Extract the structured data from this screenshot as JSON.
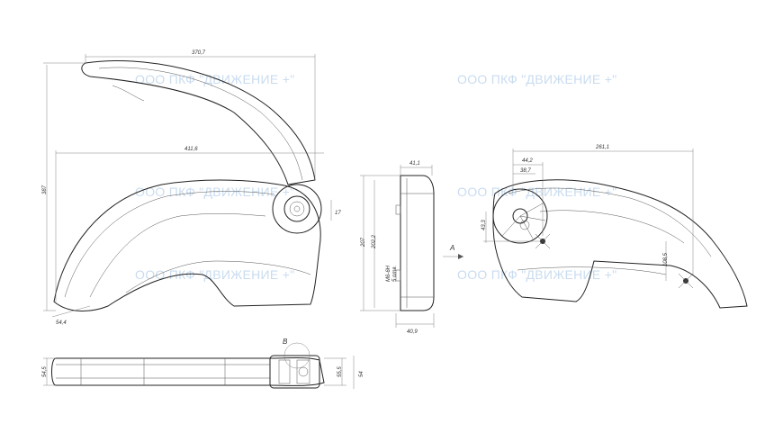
{
  "watermark": "ООО ПКФ \"ДВИЖЕНИЕ +\"",
  "views": {
    "side": {
      "dimensions": {
        "width_top": "370,7",
        "width_base": "411,6",
        "height": "387",
        "offset": "17",
        "tip": "54,4"
      }
    },
    "front": {
      "dimensions": {
        "top_width": "41,1",
        "total_height": "207",
        "inner_height": "202,2",
        "bolt": "M6-6H",
        "thread": "5 отв.",
        "bottom_width": "40,9"
      },
      "view_label": "A"
    },
    "rear": {
      "dimensions": {
        "width": "261,1",
        "d1": "44,2",
        "d2": "38,7",
        "d3": "43,3",
        "d4": "108,5"
      }
    },
    "plan": {
      "dimensions": {
        "left_height": "54,5",
        "right_height": "55,5",
        "total_height": "54"
      },
      "detail_label": "B"
    }
  }
}
